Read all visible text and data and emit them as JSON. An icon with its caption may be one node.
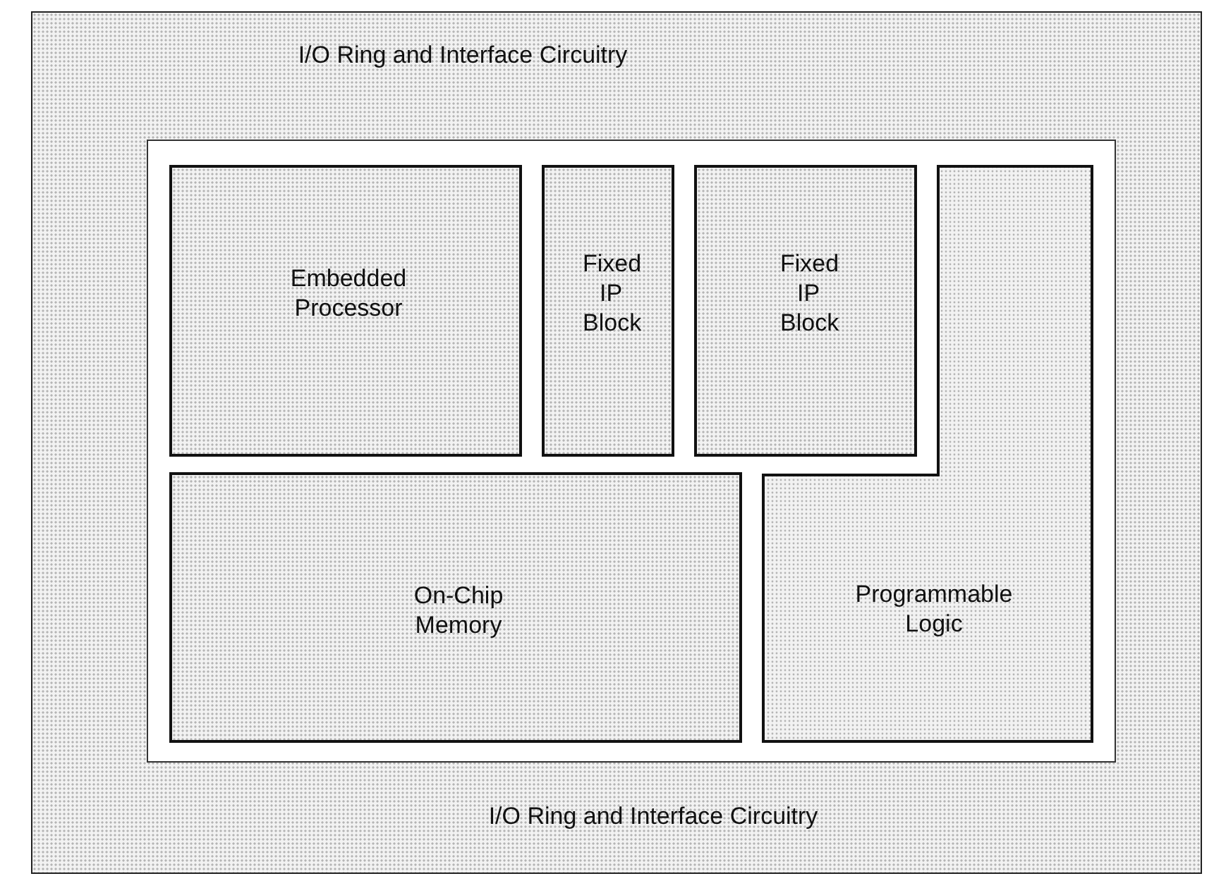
{
  "diagram": {
    "nodes": [
      {
        "text": [
          "I/O Ring and Interface Circuitry",
          "I/O Ring and Interface Circuitry"
        ]
      },
      {
        "text": [],
        "shape": "box",
        "in": 0
      },
      {
        "text": [
          "Embedded Processor"
        ],
        "in": 1
      },
      {
        "text": [
          "Fixed IP Block"
        ],
        "in": 1
      },
      {
        "text": [
          "Fixed IP Block"
        ],
        "in": 1
      },
      {
        "text": [
          "On-Chip Memory"
        ],
        "in": 1
      },
      {
        "text": [
          "Programmable Logic"
        ],
        "in": 1
      }
    ],
    "edges": []
  }
}
